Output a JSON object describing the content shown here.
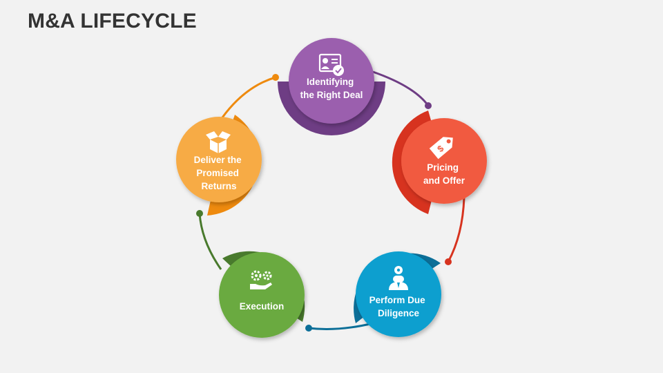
{
  "title": "M&A LIFECYCLE",
  "steps": [
    {
      "lines": [
        "Identifying",
        "the Right Deal"
      ],
      "icon": "profile-card-check-icon",
      "color": "#9b5fae",
      "dark": "#6e3d84"
    },
    {
      "lines": [
        "Pricing",
        "and Offer"
      ],
      "icon": "price-tag-icon",
      "color": "#f15a3f",
      "dark": "#d7331f"
    },
    {
      "lines": [
        "Perform Due",
        "Diligence"
      ],
      "icon": "analyst-icon",
      "color": "#0a9fcf",
      "dark": "#0c6f98"
    },
    {
      "lines": [
        "Execution"
      ],
      "icon": "gears-hand-icon",
      "color": "#6aaa3f",
      "dark": "#497a2d"
    },
    {
      "lines": [
        "Deliver the",
        "Promised",
        "Returns"
      ],
      "icon": "open-box-icon",
      "color": "#f7ab45",
      "dark": "#ee8a0e"
    }
  ]
}
